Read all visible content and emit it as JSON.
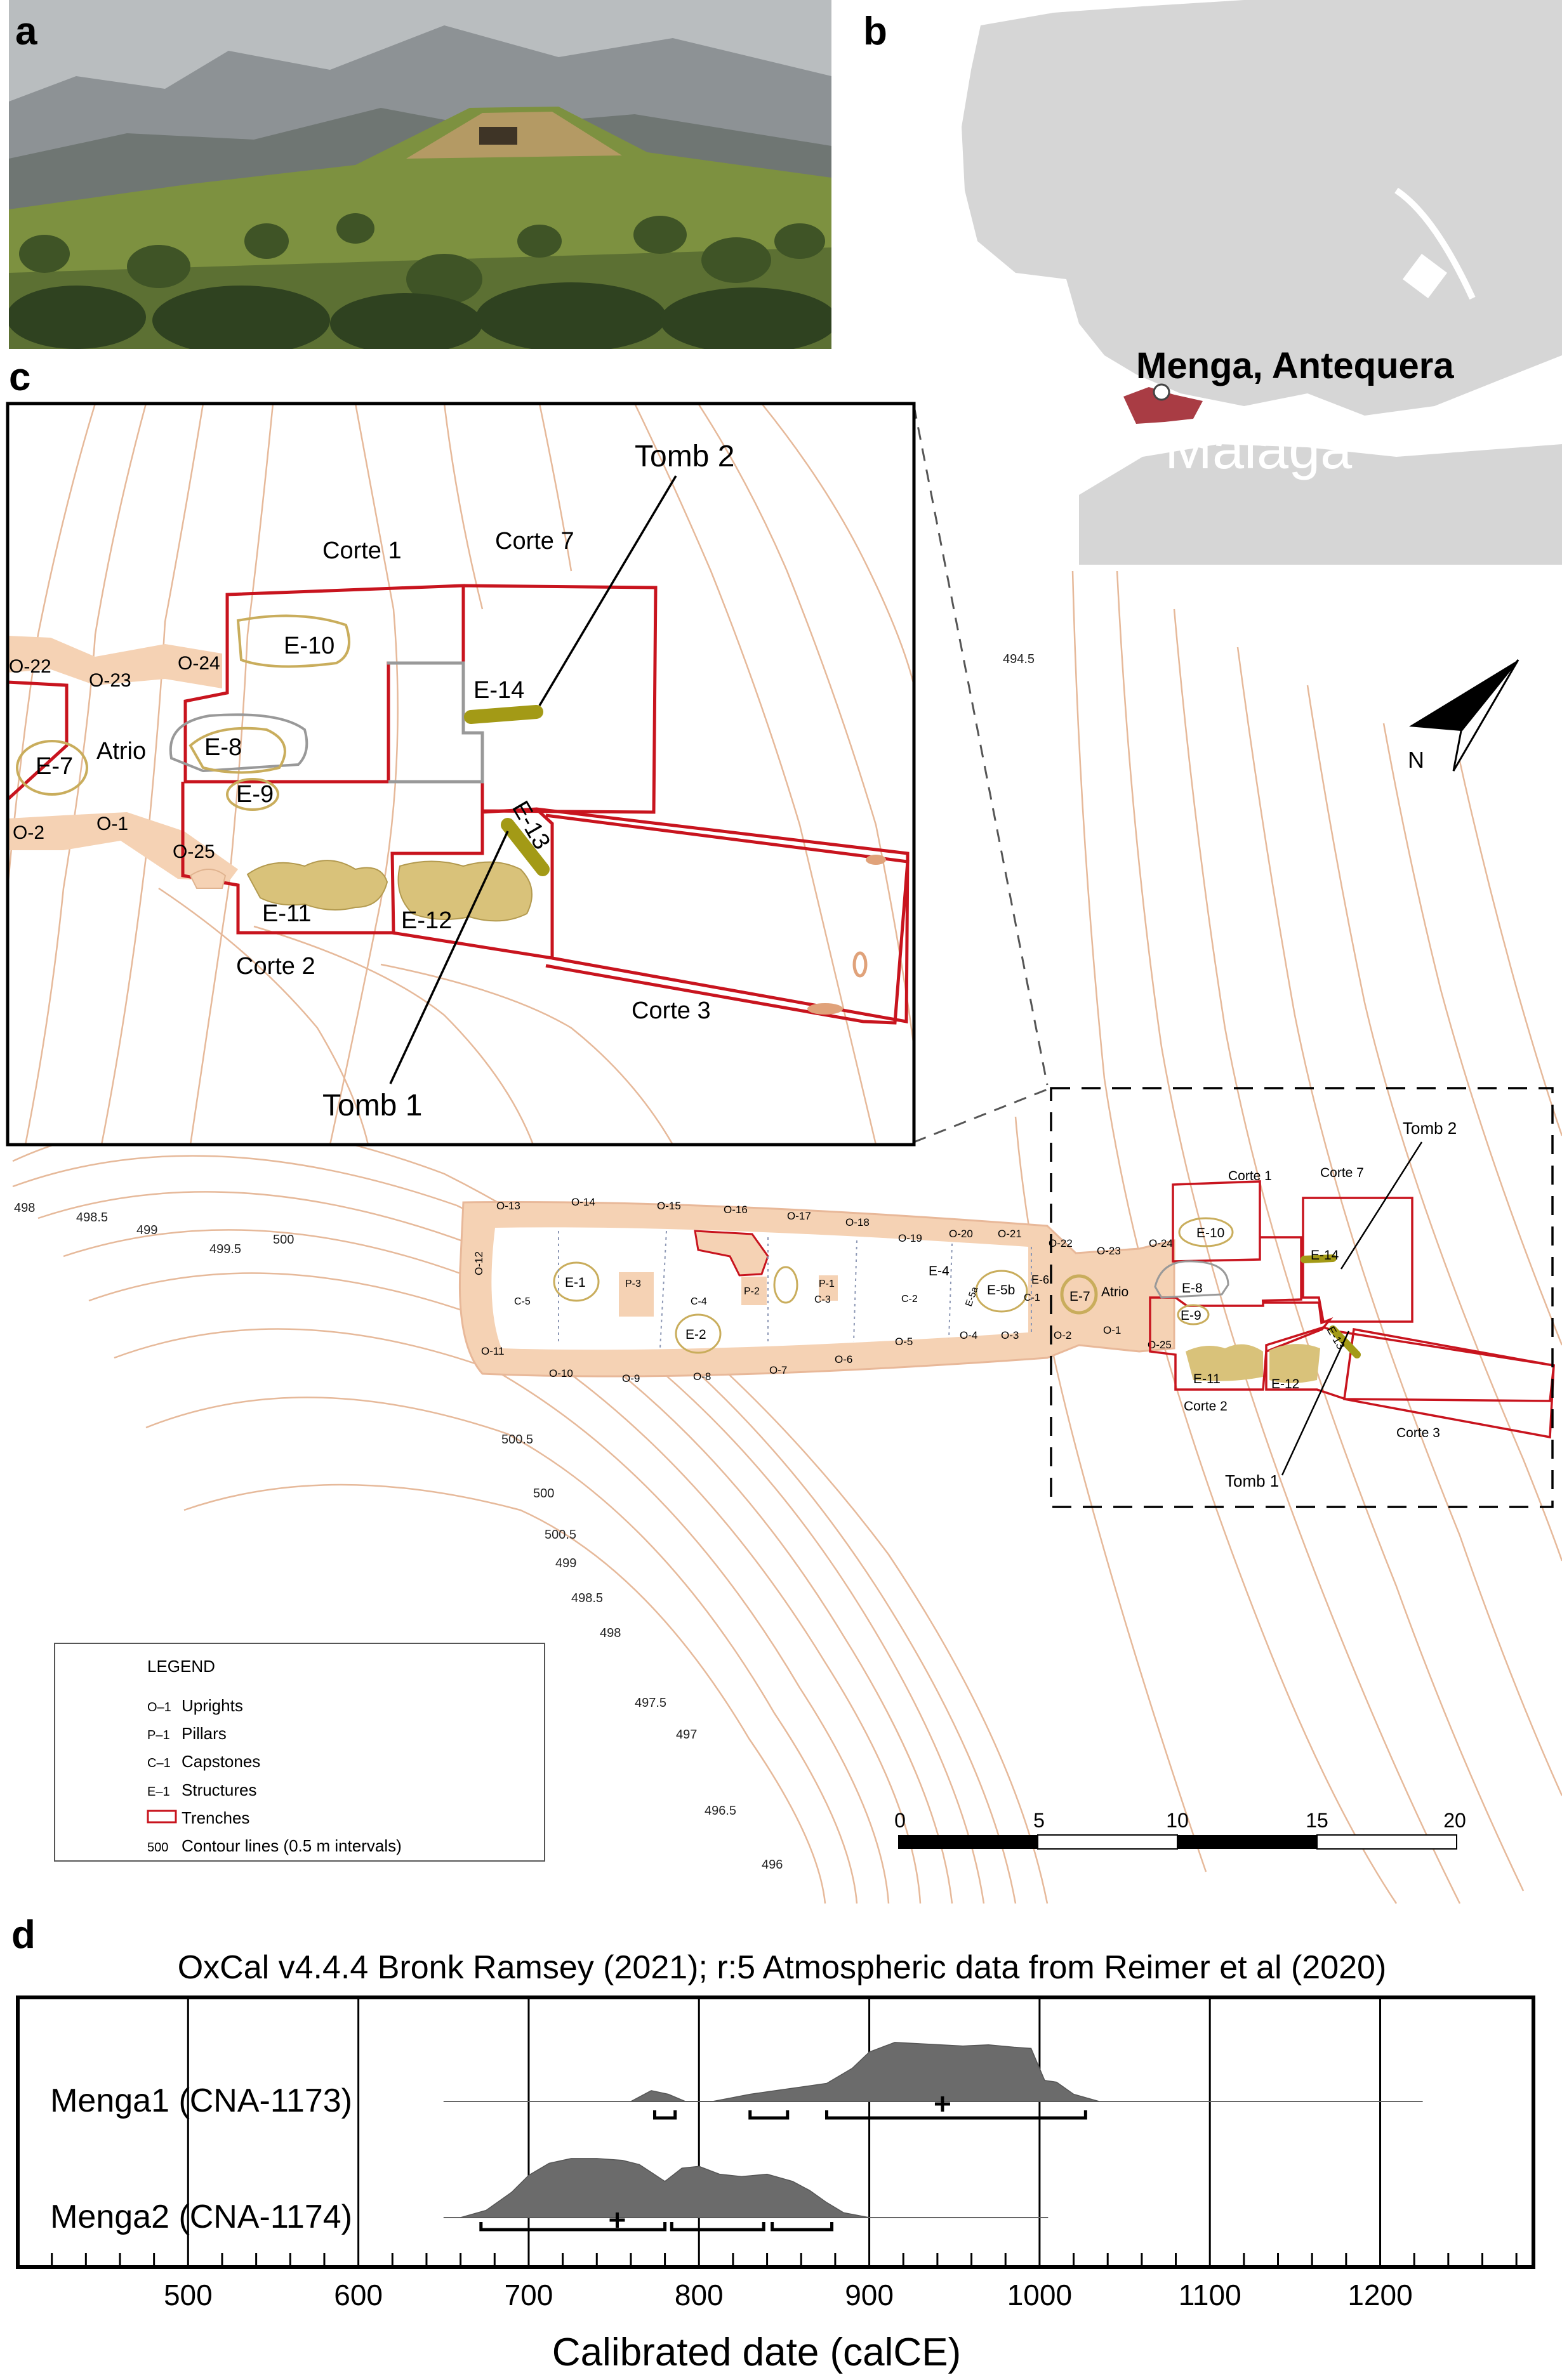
{
  "panels": {
    "a": "a",
    "b": "b",
    "c": "c",
    "d": "d"
  },
  "map_b": {
    "site_label": "Menga, Antequera",
    "region_label": "Malaga"
  },
  "inset": {
    "tomb1": "Tomb 1",
    "tomb2": "Tomb 2",
    "corte1": "Corte 1",
    "corte2": "Corte 2",
    "corte3": "Corte 3",
    "corte7": "Corte 7",
    "e10": "E-10",
    "e14": "E-14",
    "e8": "E-8",
    "e9": "E-9",
    "e7": "E-7",
    "e11": "E-11",
    "e12": "E-12",
    "e13": "E-13",
    "atrio": "Atrio",
    "o22": "O-22",
    "o23": "O-23",
    "o24": "O-24",
    "o2": "O-2",
    "o1": "O-1",
    "o25": "O-25"
  },
  "plan": {
    "north": "N",
    "contour_labels": [
      "498",
      "498.5",
      "499",
      "499.5",
      "500",
      "500.5",
      "500",
      "500.5",
      "499",
      "498.5",
      "498",
      "497.5",
      "497",
      "496.5",
      "496",
      "494.5"
    ],
    "uprights_top": [
      "O-13",
      "O-14",
      "O-15",
      "O-16",
      "O-17",
      "O-18",
      "O-19",
      "O-20",
      "O-21",
      "O-22",
      "O-23",
      "O-24"
    ],
    "uprights_bottom": [
      "O-11",
      "O-10",
      "O-9",
      "O-8",
      "O-7",
      "O-6",
      "O-5",
      "O-4",
      "O-3",
      "O-2",
      "O-1",
      "O-25"
    ],
    "o12": "O-12",
    "structures": [
      "E-1",
      "E-2",
      "E-4",
      "E-5a",
      "E-5b",
      "E-6",
      "E-7",
      "E-8",
      "E-9",
      "E-10",
      "E-11",
      "E-12",
      "E-13",
      "E-14"
    ],
    "pillars": [
      "P-3",
      "P-2",
      "P-1"
    ],
    "capstones": [
      "C-5",
      "C-4",
      "C-3",
      "C-2",
      "C-1"
    ],
    "atrio": "Atrio",
    "corte1": "Corte 1",
    "corte2": "Corte 2",
    "corte3": "Corte 3",
    "corte7": "Corte 7",
    "tomb1": "Tomb 1",
    "tomb2": "Tomb 2"
  },
  "legend": {
    "title": "LEGEND",
    "rows": [
      {
        "code": "O–1",
        "text": "Uprights"
      },
      {
        "code": "P–1",
        "text": "Pillars"
      },
      {
        "code": "C–1",
        "text": "Capstones"
      },
      {
        "code": "E–1",
        "text": "Structures"
      },
      {
        "code": "",
        "text": "Trenches"
      },
      {
        "code": "500",
        "text": "Contour lines (0.5 m intervals)"
      }
    ]
  },
  "scalebar": {
    "ticks": [
      "0",
      "5",
      "10",
      "15",
      "20"
    ]
  },
  "chart_data": {
    "type": "area",
    "title": "OxCal v4.4.4 Bronk Ramsey (2021); r:5 Atmospheric data from Reimer et al (2020)",
    "xlabel": "Calibrated date (calCE)",
    "ylabel": "",
    "xlim": [
      400,
      1290
    ],
    "x_ticks": [
      500,
      600,
      700,
      800,
      900,
      1000,
      1100,
      1200
    ],
    "tick_labels": [
      "500",
      "600",
      "700",
      "800",
      "900",
      "1000",
      "1100",
      "1200"
    ],
    "grid": true,
    "series": [
      {
        "name": "Menga1 (CNA-1173)",
        "baseline_range": [
          650,
          1225
        ],
        "distribution": [
          [
            760,
            0
          ],
          [
            772,
            0.18
          ],
          [
            782,
            0.12
          ],
          [
            792,
            0
          ],
          [
            808,
            0
          ],
          [
            830,
            0.12
          ],
          [
            850,
            0.2
          ],
          [
            875,
            0.3
          ],
          [
            890,
            0.55
          ],
          [
            900,
            0.82
          ],
          [
            915,
            0.98
          ],
          [
            935,
            0.95
          ],
          [
            955,
            0.92
          ],
          [
            970,
            0.94
          ],
          [
            985,
            0.9
          ],
          [
            995,
            0.88
          ],
          [
            1003,
            0.35
          ],
          [
            1010,
            0.32
          ],
          [
            1020,
            0.12
          ],
          [
            1035,
            0
          ]
        ],
        "mean": 943,
        "ranges_95": [
          [
            774,
            786
          ],
          [
            830,
            852
          ],
          [
            875,
            1027
          ]
        ]
      },
      {
        "name": "Menga2 (CNA-1174)",
        "baseline_range": [
          650,
          1005
        ],
        "distribution": [
          [
            660,
            0
          ],
          [
            675,
            0.12
          ],
          [
            690,
            0.42
          ],
          [
            700,
            0.7
          ],
          [
            712,
            0.9
          ],
          [
            725,
            0.98
          ],
          [
            740,
            0.98
          ],
          [
            755,
            0.95
          ],
          [
            765,
            0.88
          ],
          [
            772,
            0.75
          ],
          [
            780,
            0.6
          ],
          [
            790,
            0.82
          ],
          [
            800,
            0.85
          ],
          [
            812,
            0.72
          ],
          [
            825,
            0.68
          ],
          [
            840,
            0.72
          ],
          [
            855,
            0.6
          ],
          [
            865,
            0.45
          ],
          [
            875,
            0.25
          ],
          [
            885,
            0.08
          ],
          [
            900,
            0
          ]
        ],
        "mean": 752,
        "ranges_95": [
          [
            672,
            780
          ],
          [
            784,
            838
          ],
          [
            843,
            878
          ]
        ]
      }
    ]
  },
  "colors": {
    "trench": "#c8141e",
    "contour": "#e6b99a",
    "structure": "#c9ad5c",
    "stone": "#f5d2b4",
    "tomb": "#a39a16",
    "map_land": "#d6d6d6",
    "site": "#a93c44",
    "dist_fill": "#6b6b6b"
  }
}
